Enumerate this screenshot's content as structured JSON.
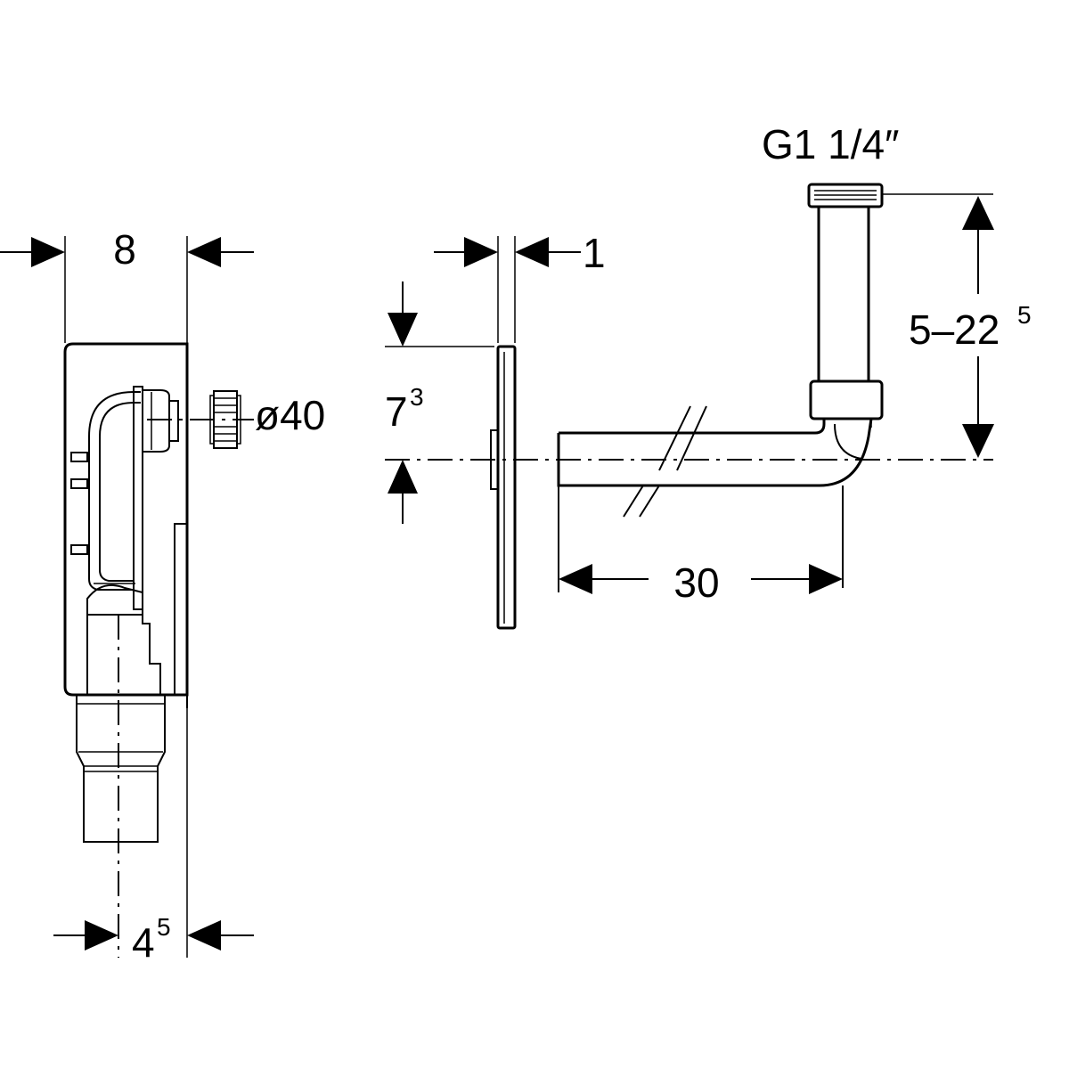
{
  "dimensions": {
    "width_left": "8",
    "pipe_diameter": "ø40",
    "depth_base": "4",
    "depth_sup": "5",
    "plate_thickness": "1",
    "height_base": "7",
    "height_sup": "3",
    "thread": "G1 1/4″",
    "height_range_base": "5–22",
    "height_range_sup": "5",
    "pipe_length": "30"
  }
}
